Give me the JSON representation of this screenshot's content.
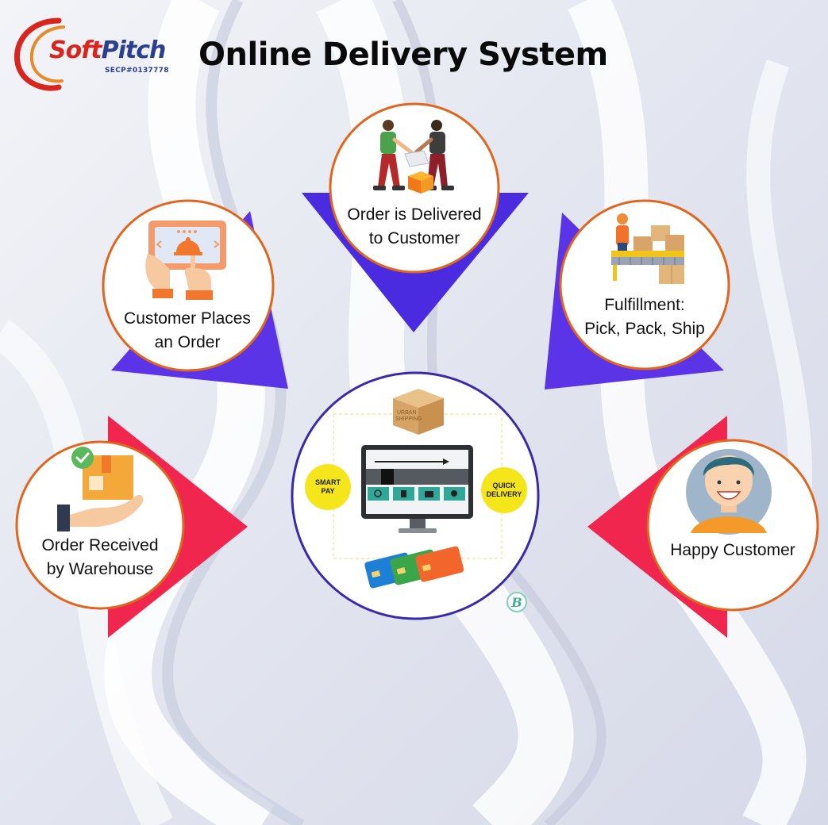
{
  "header": {
    "title": "Online Delivery System"
  },
  "logo": {
    "brand_part1": "Soft",
    "brand_part2": "Pitch",
    "registration": "SECP#0137778"
  },
  "steps": [
    {
      "id": "customer-places-order",
      "line1": "Customer Places",
      "line2": "an Order",
      "icon": "tablet-order-icon"
    },
    {
      "id": "order-delivered",
      "line1": "Order is Delivered",
      "line2": "to Customer",
      "icon": "handover-icon"
    },
    {
      "id": "fulfillment",
      "line1": "Fulfillment:",
      "line2": "Pick, Pack, Ship",
      "icon": "conveyor-icon"
    },
    {
      "id": "order-received",
      "line1": "Order Received",
      "line2": "by Warehouse",
      "icon": "hand-package-icon"
    },
    {
      "id": "happy-customer",
      "line1": "Happy Customer",
      "line2": "",
      "icon": "smiling-person-icon"
    }
  ],
  "center": {
    "smart_pay_line1": "SMART",
    "smart_pay_line2": "PAY",
    "quick_delivery_line1": "QUICK",
    "quick_delivery_line2": "DELIVERY",
    "box_label_line1": "URBAN",
    "box_label_line2": "SHIPPING",
    "watermark": "B"
  },
  "colors": {
    "ring": "#e0661f",
    "center_ring": "#3b2aa8",
    "arrow_violet": "#5b33e6",
    "arrow_red": "#f0264f",
    "yellow": "#f5e51b"
  }
}
